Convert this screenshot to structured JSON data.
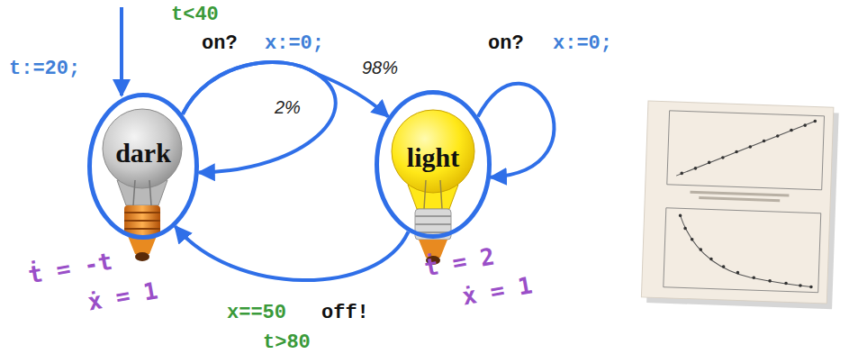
{
  "diagram": {
    "nodes": [
      {
        "text": [
          "dark"
        ]
      },
      {
        "text": [
          "light"
        ]
      }
    ],
    "edges": [
      {
        "from": 0,
        "to": 1,
        "arrow": "to",
        "label": "on?"
      },
      {
        "from": 0,
        "to": 0,
        "arrow": "to"
      },
      {
        "from": 1,
        "to": 1,
        "arrow": "to",
        "label": "on?"
      },
      {
        "from": 1,
        "to": 0,
        "arrow": "to",
        "label": "off!"
      }
    ],
    "labels": [
      "t<40",
      "x:=0;",
      "98%",
      "2%",
      "t:=20;",
      "x:=0;",
      "ṫ = -t",
      "ẋ = 1",
      "x==50",
      "t>80",
      "ṫ = 2",
      "ẋ = 1"
    ]
  }
}
